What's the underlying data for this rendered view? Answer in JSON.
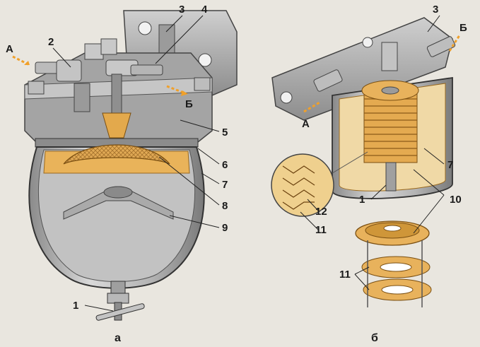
{
  "colors": {
    "background": "#e9e6df",
    "metal_dark": "#7d7d7d",
    "metal_mid": "#a9a9a9",
    "metal_light": "#d6d6d6",
    "fuel_orange": "#e9b35a",
    "arrow_orange": "#f0a02a"
  },
  "left_view": {
    "caption": "а",
    "labels": {
      "A": "А",
      "B": "Б",
      "n1": "1",
      "n2": "2",
      "n3": "3",
      "n4": "4",
      "n5": "5",
      "n6": "6",
      "n7": "7",
      "n8": "8",
      "n9": "9"
    }
  },
  "right_view": {
    "caption": "б",
    "labels": {
      "A": "А",
      "B": "Б",
      "n1": "1",
      "n3": "3",
      "n7": "7",
      "n10": "10",
      "n11_top": "11",
      "n11_bottom": "11",
      "n12": "12"
    }
  }
}
